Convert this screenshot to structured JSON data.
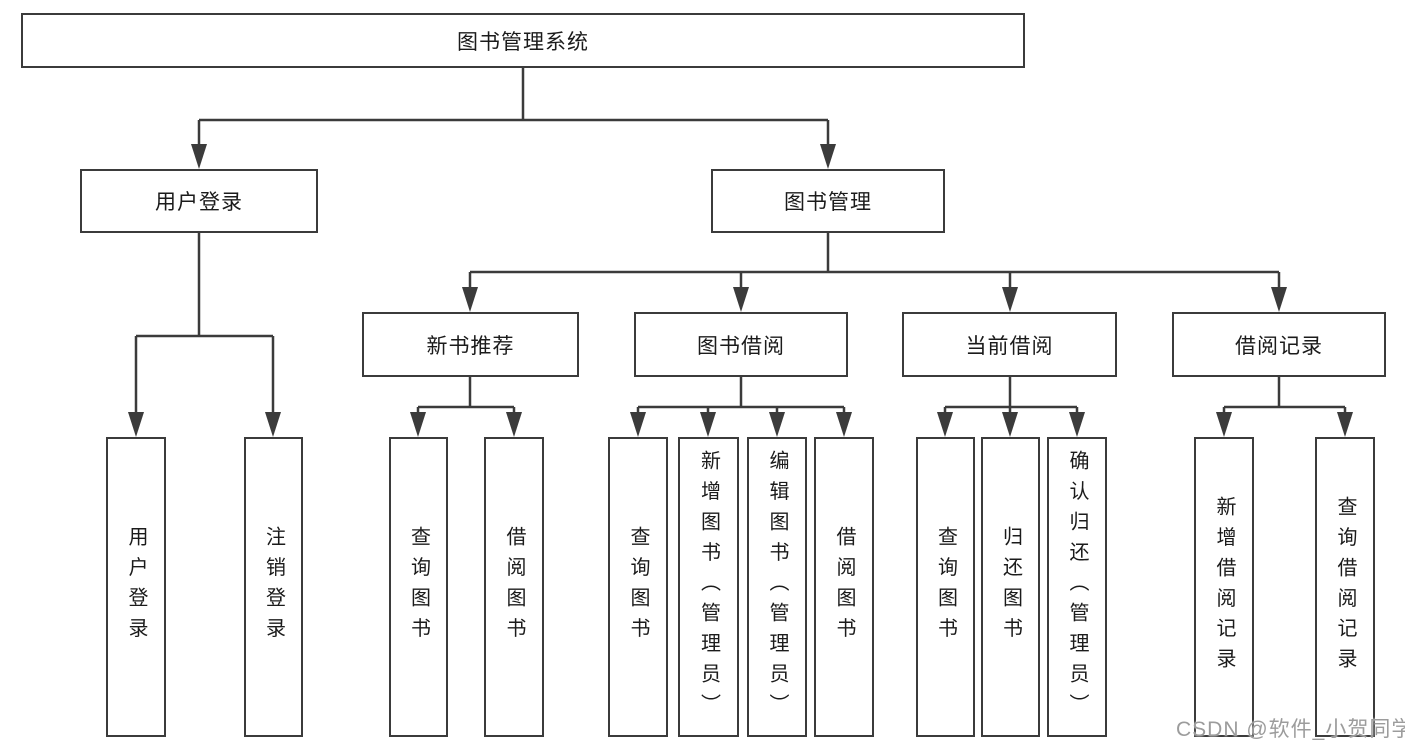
{
  "root": {
    "label": "图书管理系统",
    "children": [
      {
        "label": "用户登录",
        "children": [
          {
            "label": "用户登录"
          },
          {
            "label": "注销登录"
          }
        ]
      },
      {
        "label": "图书管理",
        "children": [
          {
            "label": "新书推荐",
            "children": [
              {
                "label": "查询图书"
              },
              {
                "label": "借阅图书"
              }
            ]
          },
          {
            "label": "图书借阅",
            "children": [
              {
                "label": "查询图书"
              },
              {
                "label": "新增图书（管理员）"
              },
              {
                "label": "编辑图书（管理员）"
              },
              {
                "label": "借阅图书"
              }
            ]
          },
          {
            "label": "当前借阅",
            "children": [
              {
                "label": "查询图书"
              },
              {
                "label": "归还图书"
              },
              {
                "label": "确认归还（管理员）"
              }
            ]
          },
          {
            "label": "借阅记录",
            "children": [
              {
                "label": "新增借阅记录"
              },
              {
                "label": "查询借阅记录"
              }
            ]
          }
        ]
      }
    ]
  },
  "watermark": {
    "text": "CSDN @软件_小贺同学"
  },
  "colors": {
    "line": "#3b3b3b",
    "text": "#1b1b1b",
    "background": "#ffffff",
    "watermark": "#9c9c9c"
  }
}
